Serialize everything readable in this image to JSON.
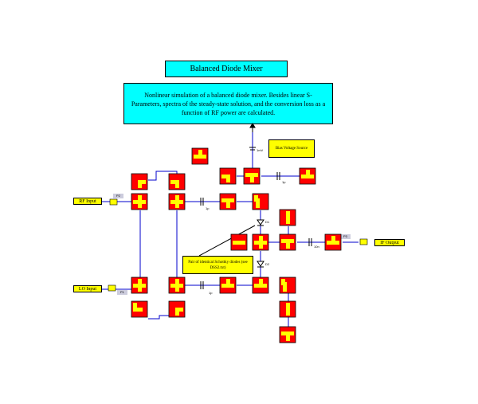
{
  "title": "Balanced Diode Mixer",
  "description": "Nonlinear simulation of a balanced diode mixer. Besides linear S-Parameters, spectra of the steady-state solution, and the conversion loss as a function of RF power  are calculated.",
  "notes": {
    "bias": "Bias Voltage Source",
    "diodes": "Pair of identical Schottky diodes (see DSS2.txt)"
  },
  "ports": {
    "rf": "RF Input",
    "lo": "LO Input",
    "if": "IF Output"
  },
  "port_ids": {
    "p1": "P1",
    "p2": "P2",
    "p3": "P3"
  },
  "labels": {
    "cap1": "1p",
    "cap2": "1p",
    "cap3": "1p",
    "cap4": "10n",
    "diode1": "D1",
    "diode2": "D2",
    "vsrc": "1mV"
  },
  "colors": {
    "block": "#ff0000",
    "strip": "#ffff00",
    "wire": "#0000cc",
    "note": "#ffff00",
    "header": "#00ffff"
  }
}
